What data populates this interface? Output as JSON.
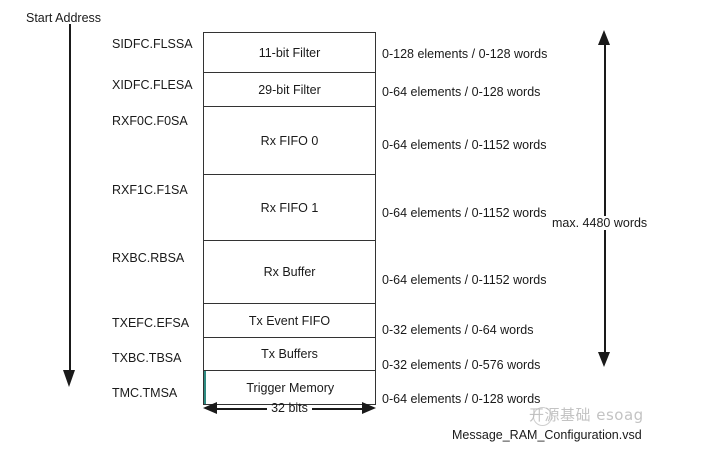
{
  "diagram": {
    "title": "Start Address",
    "filename": "Message_RAM_Configuration.vsd",
    "watermark": "开源基础 esoag",
    "accent_color": "#2e8b82",
    "line_color": "#1a1a1a",
    "box_border_color": "#333333",
    "total_size": {
      "label": "max. 4480 words"
    },
    "width_marker": {
      "label": "32 bits"
    },
    "sections": [
      {
        "register": "SIDFC.FLSSA",
        "block": "11-bit Filter",
        "capacity": "0-128 elements / 0-128 words",
        "height": 40,
        "accent": false
      },
      {
        "register": "XIDFC.FLESA",
        "block": "29-bit Filter",
        "capacity": "0-64 elements / 0-128 words",
        "height": 34,
        "accent": false
      },
      {
        "register": "RXF0C.F0SA",
        "block": "Rx FIFO 0",
        "capacity": "0-64 elements / 0-1152 words",
        "height": 68,
        "accent": false
      },
      {
        "register": "RXF1C.F1SA",
        "block": "Rx FIFO 1",
        "capacity": "0-64 elements / 0-1152 words",
        "height": 66,
        "accent": false
      },
      {
        "register": "RXBC.RBSA",
        "block": "Rx Buffer",
        "capacity": "0-64 elements / 0-1152 words",
        "height": 63,
        "accent": false
      },
      {
        "register": "TXEFC.EFSA",
        "block": "Tx Event FIFO",
        "capacity": "0-32 elements / 0-64 words",
        "height": 34,
        "accent": false
      },
      {
        "register": "TXBC.TBSA",
        "block": "Tx Buffers",
        "capacity": "0-32 elements / 0-576 words",
        "height": 33,
        "accent": false
      },
      {
        "register": "TMC.TMSA",
        "block": "Trigger Memory",
        "capacity": "0-64 elements / 0-128 words",
        "height": 33,
        "accent": true
      }
    ]
  }
}
